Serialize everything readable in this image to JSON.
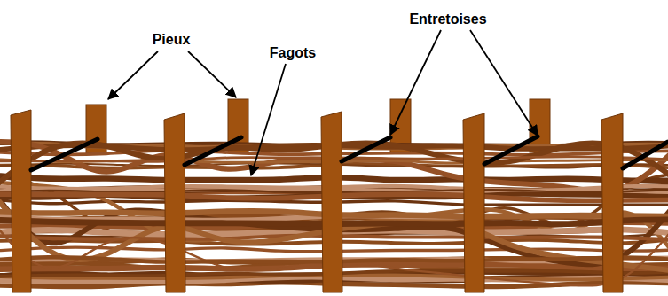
{
  "diagram": {
    "labels": [
      "Pieux",
      "Fagots",
      "Entretoises"
    ]
  }
}
